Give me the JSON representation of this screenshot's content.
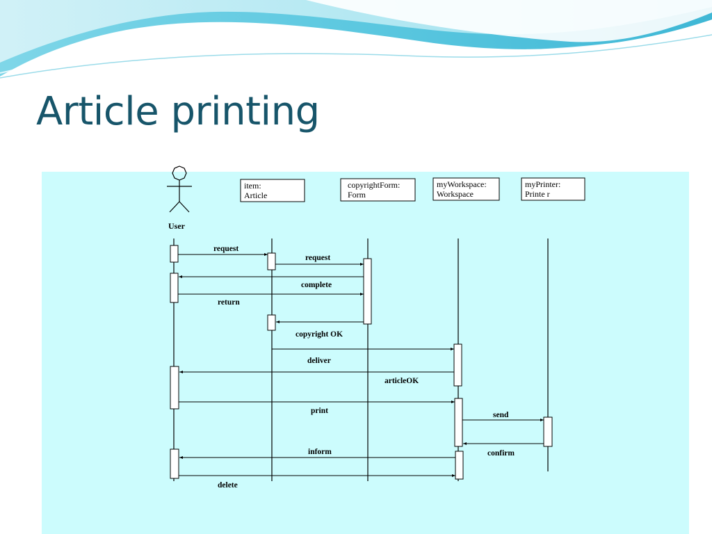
{
  "slide": {
    "title": "Article printing",
    "colors": {
      "title": "#17556a",
      "panel": "#ccfcfd",
      "wave_dark": "#4fc4dc",
      "wave_light": "#b9ecf4"
    }
  },
  "diagram": {
    "actor": {
      "label": "User",
      "icon": "stick-figure-actor-icon"
    },
    "objects": [
      {
        "id": "item",
        "line1": "item:",
        "line2": "Article"
      },
      {
        "id": "copyright",
        "line1": "copyrightForm:",
        "line2": "Form"
      },
      {
        "id": "workspace",
        "line1": "myWorkspace:",
        "line2": "Workspace"
      },
      {
        "id": "printer",
        "line1": "myPrinter:",
        "line2": "Printe r"
      }
    ],
    "messages": [
      {
        "label": "request",
        "from": "user",
        "to": "item"
      },
      {
        "label": "request",
        "from": "item",
        "to": "copyright"
      },
      {
        "label": "complete",
        "from": "copyright",
        "to": "user"
      },
      {
        "label": "return",
        "from": "user",
        "to": "copyright"
      },
      {
        "label": "copyright OK",
        "from": "copyright",
        "to": "item"
      },
      {
        "label": "deliver",
        "from": "item",
        "to": "workspace"
      },
      {
        "label": "articleOK",
        "from": "workspace",
        "to": "user"
      },
      {
        "label": "print",
        "from": "user",
        "to": "workspace"
      },
      {
        "label": "send",
        "from": "workspace",
        "to": "printer"
      },
      {
        "label": "confirm",
        "from": "printer",
        "to": "workspace"
      },
      {
        "label": "inform",
        "from": "workspace",
        "to": "user"
      },
      {
        "label": "delete",
        "from": "user",
        "to": "workspace"
      }
    ]
  }
}
